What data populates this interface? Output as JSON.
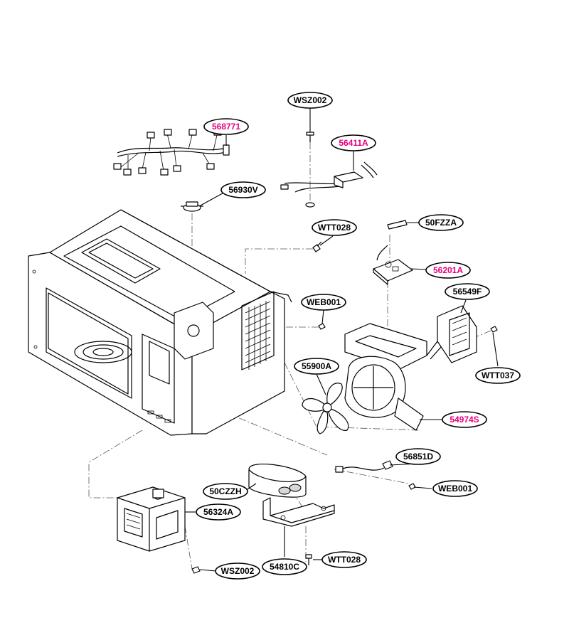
{
  "colors": {
    "highlight": "#e6007e",
    "normal": "#000000"
  },
  "callouts": [
    {
      "id": "wsz002-top",
      "label": "WSZ002",
      "highlight": false
    },
    {
      "id": "568771",
      "label": "568771",
      "highlight": true
    },
    {
      "id": "56411a",
      "label": "56411A",
      "highlight": true
    },
    {
      "id": "56930v",
      "label": "56930V",
      "highlight": false
    },
    {
      "id": "wtt028-top",
      "label": "WTT028",
      "highlight": false
    },
    {
      "id": "50fzza",
      "label": "50FZZA",
      "highlight": false
    },
    {
      "id": "56201a",
      "label": "56201A",
      "highlight": true
    },
    {
      "id": "web001-mid",
      "label": "WEB001",
      "highlight": false
    },
    {
      "id": "56549f",
      "label": "56549F",
      "highlight": false
    },
    {
      "id": "55900a",
      "label": "55900A",
      "highlight": false
    },
    {
      "id": "wtt037",
      "label": "WTT037",
      "highlight": false
    },
    {
      "id": "54974s",
      "label": "54974S",
      "highlight": true
    },
    {
      "id": "56851d",
      "label": "56851D",
      "highlight": false
    },
    {
      "id": "web001-low",
      "label": "WEB001",
      "highlight": false
    },
    {
      "id": "50czzh",
      "label": "50CZZH",
      "highlight": false
    },
    {
      "id": "56324a",
      "label": "56324A",
      "highlight": false
    },
    {
      "id": "54810c",
      "label": "54810C",
      "highlight": false
    },
    {
      "id": "wtt028-low",
      "label": "WTT028",
      "highlight": false
    },
    {
      "id": "wsz002-low",
      "label": "WSZ002",
      "highlight": false
    }
  ]
}
